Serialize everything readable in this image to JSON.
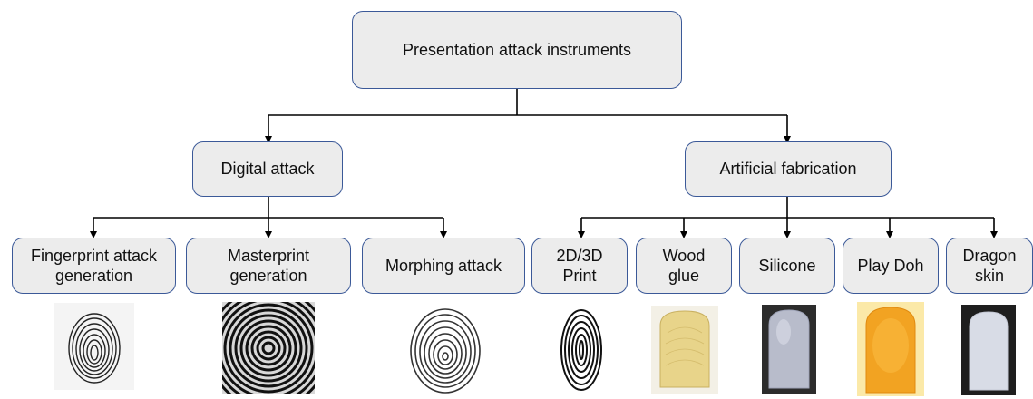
{
  "root": {
    "label": "Presentation attack instruments"
  },
  "categories": [
    {
      "label": "Digital attack",
      "children": [
        {
          "line1": "Fingerprint attack",
          "line2": "generation",
          "sample": "ink-fingerprint-sample"
        },
        {
          "line1": "Masterprint",
          "line2": "generation",
          "sample": "synthetic-masterprint-sample"
        },
        {
          "line1": "Morphing attack",
          "line2": "",
          "sample": "morphed-fingerprint-sample"
        }
      ]
    },
    {
      "label": "Artificial fabrication",
      "children": [
        {
          "line1": "2D/3D",
          "line2": "Print",
          "sample": "printed-fingerprint-sample"
        },
        {
          "line1": "Wood",
          "line2": "glue",
          "sample": "wood-glue-spoof-sample"
        },
        {
          "line1": "Silicone",
          "line2": "",
          "sample": "silicone-spoof-sample"
        },
        {
          "line1": "Play Doh",
          "line2": "",
          "sample": "play-doh-spoof-sample"
        },
        {
          "line1": "Dragon",
          "line2": "skin",
          "sample": "dragon-skin-spoof-sample"
        }
      ]
    }
  ],
  "colors": {
    "box_fill": "#ececec",
    "box_border": "#3b5998",
    "connector": "#000000",
    "wood_glue": "#e8d48a",
    "silicone": "#b8bccb",
    "play_doh": "#f2a322",
    "dragon_skin": "#d8dce6"
  }
}
